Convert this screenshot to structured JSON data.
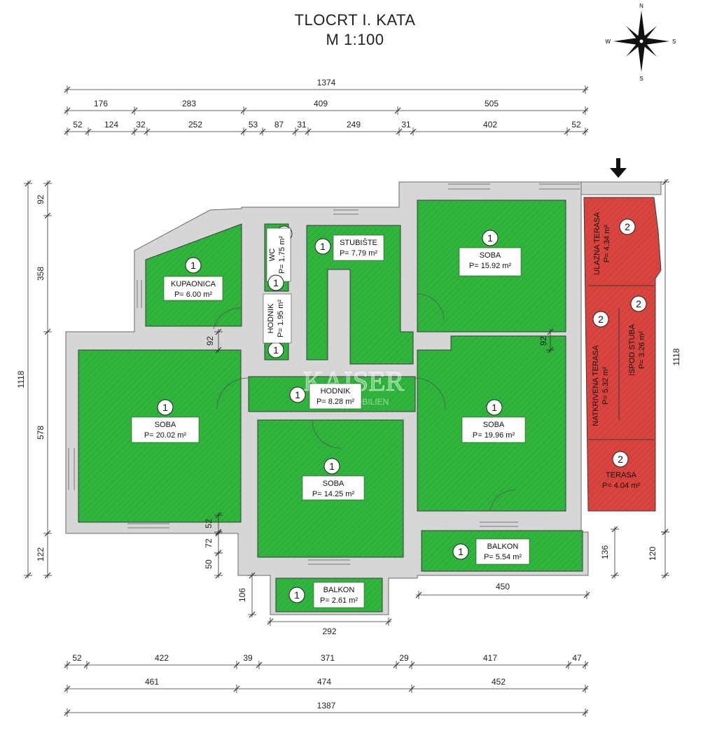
{
  "header": {
    "title": "TLOCRT I. KATA",
    "scale": "M 1:100"
  },
  "compass": {
    "n": "N",
    "s": "S",
    "e": "S",
    "w": "W",
    "icon": "compass-rose-icon"
  },
  "entrance_arrow": {
    "icon": "arrow-down-icon"
  },
  "watermark": {
    "line1": "KAISER",
    "line2": "IMMOBILIEN"
  },
  "colors": {
    "living": "#2fb43c",
    "terrace": "#d9443f",
    "wall": "#d9d9d9"
  },
  "rooms": [
    {
      "id": "kupaonica",
      "num": "1",
      "name": "KUPAONICA",
      "area": "P= 6.00 m²"
    },
    {
      "id": "wc",
      "num": "1",
      "name": "WC",
      "area": "P= 1.75 m²"
    },
    {
      "id": "hodnik-small",
      "num": "1",
      "name": "HODNIK",
      "area": "P= 1.95 m²"
    },
    {
      "id": "stubiste",
      "num": "1",
      "name": "STUBIŠTE",
      "area": "P= 7.79 m²"
    },
    {
      "id": "soba-ne",
      "num": "1",
      "name": "SOBA",
      "area": "P= 15.92 m²"
    },
    {
      "id": "soba-w",
      "num": "1",
      "name": "SOBA",
      "area": "P= 20.02 m²"
    },
    {
      "id": "hodnik",
      "num": "1",
      "name": "HODNIK",
      "area": "P= 8.28 m²"
    },
    {
      "id": "soba-e",
      "num": "1",
      "name": "SOBA",
      "area": "P= 19.96 m²"
    },
    {
      "id": "soba-s",
      "num": "1",
      "name": "SOBA",
      "area": "P= 14.25 m²"
    },
    {
      "id": "balkon-e",
      "num": "1",
      "name": "BALKON",
      "area": "P= 5.54 m²"
    },
    {
      "id": "balkon-s",
      "num": "1",
      "name": "BALKON",
      "area": "P= 2.61 m²"
    },
    {
      "id": "ulazna-terasa",
      "num": "2",
      "name": "ULAZNA TERASA",
      "area": "P= 4.34 m²"
    },
    {
      "id": "natkrivena-terasa",
      "num": "2",
      "name": "NATKRIVENA TERASA",
      "area": "P= 5.32 m²"
    },
    {
      "id": "ispod-stuba",
      "num": "2",
      "name": "ISPOD STUBA",
      "area": "P= 3.26 m²"
    },
    {
      "id": "terasa",
      "num": "2",
      "name": "TERASA",
      "area": "P= 4.04 m²"
    }
  ],
  "dimensions": {
    "top_total": "1374",
    "top_mid": [
      "176",
      "283",
      "409",
      "505"
    ],
    "top_detail": [
      "52",
      "124",
      "32",
      "252",
      "53",
      "87",
      "31",
      "249",
      "31",
      "402",
      "52"
    ],
    "left_total": "1118",
    "left_parts": [
      "92",
      "358",
      "578",
      "122"
    ],
    "right_total": "1118",
    "right_part": "120",
    "bottom_detail": [
      "52",
      "422",
      "39",
      "371",
      "29",
      "417",
      "47"
    ],
    "bottom_mid": [
      "461",
      "474",
      "452"
    ],
    "bottom_total": "1387",
    "inner": {
      "wall_w": "92",
      "wall_e": "92",
      "d52": "52",
      "d72": "72",
      "d50": "50",
      "d106": "106",
      "d136": "136",
      "balkon_s_w": "292",
      "balkon_e_w": "450"
    }
  }
}
